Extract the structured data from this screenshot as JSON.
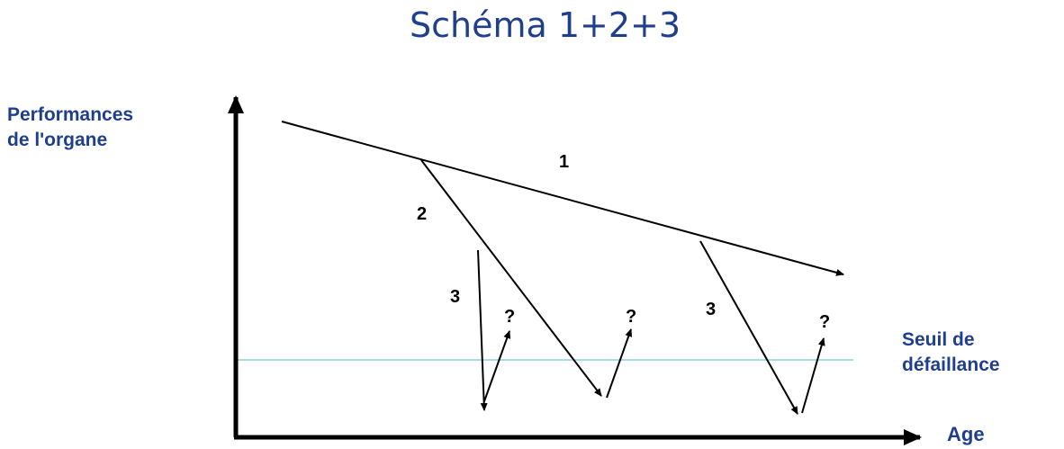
{
  "title": "Schéma 1+2+3",
  "y_axis": {
    "label_line1": "Performances",
    "label_line2": "de l'organe"
  },
  "x_axis": {
    "label": "Age"
  },
  "threshold": {
    "label_line1": "Seuil de",
    "label_line2": "défaillance",
    "color": "#a9dce3"
  },
  "curves": {
    "label_1": "1",
    "label_2": "2",
    "label_3a": "3",
    "label_3b": "3"
  },
  "question_marks": [
    "?",
    "?",
    "?"
  ],
  "colors": {
    "text_blue": "#1f3f8c",
    "line": "#000000"
  }
}
